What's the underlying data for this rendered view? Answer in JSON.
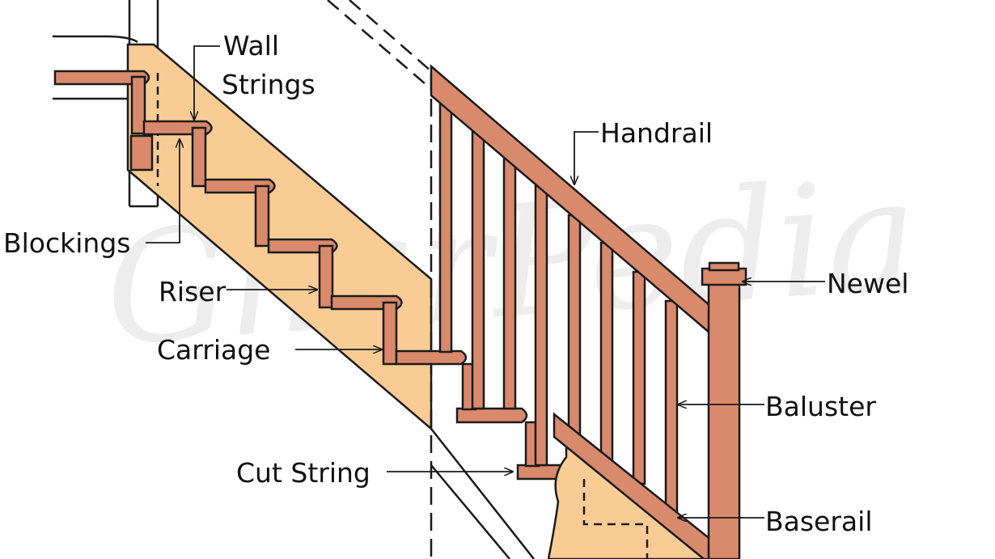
{
  "labels": {
    "wall_strings_line1": "Wall",
    "wall_strings_line2": "Strings",
    "handrail": "Handrail",
    "blockings": "Blockings",
    "riser": "Riser",
    "carriage": "Carriage",
    "newel": "Newel",
    "baluster": "Baluster",
    "cut_string": "Cut String",
    "baserail": "Baserail"
  },
  "watermark": "GharPedia",
  "colors": {
    "wood": "#d98a6c",
    "stringer": "#f9cc95",
    "outline": "#1a1a1a",
    "watermark": "#cfcfcf"
  }
}
